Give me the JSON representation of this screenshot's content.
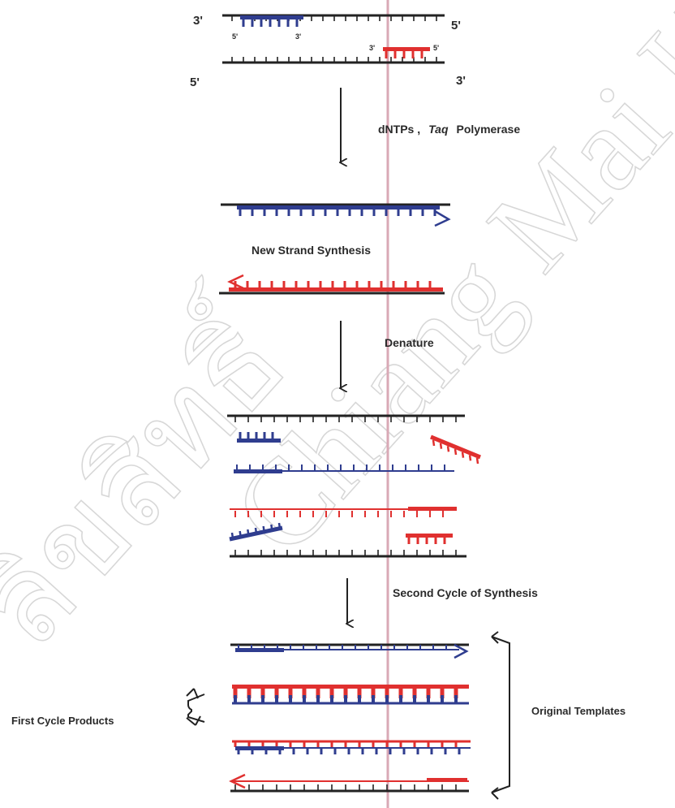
{
  "diagram": {
    "type": "pcr-cycle",
    "colors": {
      "template": "#222222",
      "forward_primer": "#2f3d8f",
      "reverse_primer": "#e0302f",
      "guide_line": "#d9a9b6",
      "watermark": "#b8b8b8"
    },
    "end_labels": {
      "top_left": "3'",
      "top_right": "5'",
      "primer_blue_5": "5'",
      "primer_blue_3": "3'",
      "primer_red_3": "3'",
      "primer_red_5": "5'",
      "bottom_left": "5'",
      "bottom_right": "3'"
    },
    "steps": {
      "reagents_prefix": "dNTPs ,",
      "reagents_enzyme": "Taq",
      "reagents_suffix": "Polymerase",
      "new_strand": "New  Strand  Synthesis",
      "denature": "Denature",
      "second_cycle": "Second Cycle of Synthesis"
    },
    "groups": {
      "first_cycle_products": "First Cycle Products",
      "original_templates": "Original Templates"
    },
    "watermark": {
      "line1": "ลิขสิทธิ์",
      "line2": "Chiang Mai University"
    }
  }
}
